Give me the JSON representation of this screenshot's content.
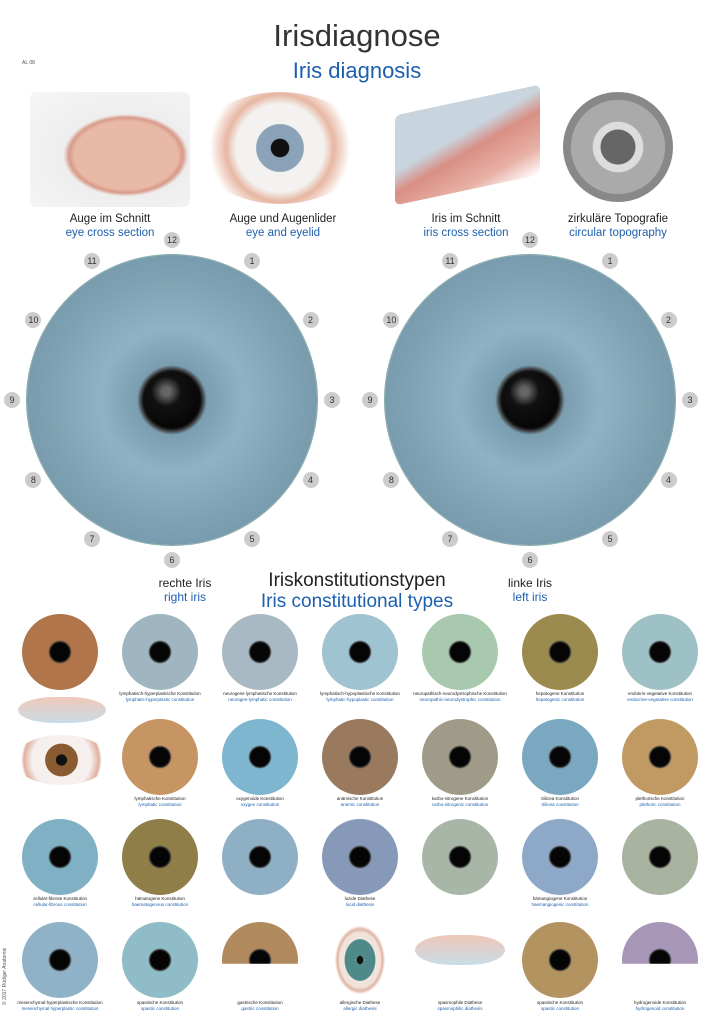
{
  "header": {
    "code": "AL 08",
    "title": "Irisdiagnose",
    "subtitle": "Iris diagnosis"
  },
  "top_panels": [
    {
      "de": "Auge im Schnitt",
      "en": "eye cross section"
    },
    {
      "de": "Auge und Augenlider",
      "en": "eye and eyelid"
    },
    {
      "de": "Iris im Schnitt",
      "en": "iris cross section"
    },
    {
      "de": "zirkuläre Topografie",
      "en": "circular topography"
    }
  ],
  "iris_maps": {
    "right": {
      "de": "rechte Iris",
      "en": "right iris"
    },
    "left": {
      "de": "linke Iris",
      "en": "left iris"
    },
    "clock": [
      "12",
      "1",
      "2",
      "3",
      "4",
      "5",
      "6",
      "7",
      "8",
      "9",
      "10",
      "11"
    ]
  },
  "section": {
    "de": "Iriskonstitutionstypen",
    "en": "Iris constitutional types"
  },
  "types": [
    {
      "color": "#b0754a",
      "de": "",
      "en": ""
    },
    {
      "color": "#9fb5c0",
      "de": "lymphatisch-hyperplastische Konstitution",
      "en": "lymphatic-hyperplastic constitution"
    },
    {
      "color": "#a9b9c4",
      "de": "neurogene lymphatische Konstitution",
      "en": "neurogen-lymphatic constitution"
    },
    {
      "color": "#9fc3d0",
      "de": "lymphatisch-hypoplastische Konstitution",
      "en": "lymphatic-hypoplastic constitution"
    },
    {
      "color": "#a8c9ad",
      "de": "neuropathisch-neurodystrophische Konstitution",
      "en": "neuropathic-neurodystrophic constitution"
    },
    {
      "color": "#9a8a4e",
      "de": "hepatogene Konstitution",
      "en": "hepatogenic constitution"
    },
    {
      "color": "#9ec1c6",
      "de": "endokrin-vegetative Konstitution",
      "en": "endocrine-vegetative constitution"
    },
    {
      "color": "#c79563",
      "de": "lymphatische Konstitution",
      "en": "lymphatic constitution"
    },
    {
      "color": "#7fb6cf",
      "de": "oxygenoide Konstitution",
      "en": "oxygen constitution"
    },
    {
      "color": "#9a7a5e",
      "de": "anämische Konstitution",
      "en": "anemic constitution"
    },
    {
      "color": "#a09a88",
      "de": "karbo-nitrogene Konstitution",
      "en": "carbo-nitrogenic constitution"
    },
    {
      "color": "#7aa8c0",
      "de": "Silicea Konstitution",
      "en": "Silicea constitution"
    },
    {
      "color": "#c09a62",
      "de": "plethorische Konstitution",
      "en": "plethoric constitution"
    },
    {
      "color": "#7fb0c4",
      "de": "zellulär-fibröse Konstitution",
      "en": "cellular-fibrous constitution"
    },
    {
      "color": "#8f7e48",
      "de": "hämatogene Konstitution",
      "en": "haematogenous constitution"
    },
    {
      "color": "#8fb0c4",
      "de": "",
      "en": ""
    },
    {
      "color": "#8799b8",
      "de": "luzide Diathese",
      "en": "lucid diathesis"
    },
    {
      "color": "#a8b6a8",
      "de": "",
      "en": ""
    },
    {
      "color": "#8ea9c8",
      "de": "hämangiogene Konstitution",
      "en": "haemangiogenic constitution"
    },
    {
      "color": "#a8b4a0",
      "de": "",
      "en": ""
    },
    {
      "color": "#8fb2c8",
      "de": "mesenchymal-hyperplastische Konstitution",
      "en": "mesenchymal hyperplastic constitution"
    },
    {
      "color": "#8fbcc6",
      "de": "spastische Konstitution",
      "en": "spastic constitution"
    },
    {
      "color": "#b08a5c",
      "de": "gastrische Konstitution",
      "en": "gastric constitution"
    },
    {
      "color": "#7fa0a0",
      "de": "allergische Diathese",
      "en": "allergic diathesis"
    },
    {
      "color": "#d9c0a8",
      "de": "spasmophile Diathese",
      "en": "spasmophilic diathesis"
    },
    {
      "color": "#b39460",
      "de": "spastische Konstitution",
      "en": "spastic constitution"
    },
    {
      "color": "#a896b8",
      "de": "hydrogenoide Konstitution",
      "en": "hydrogenoid constitution"
    }
  ],
  "copyright": "© 2017 Rüdiger Anatomie"
}
